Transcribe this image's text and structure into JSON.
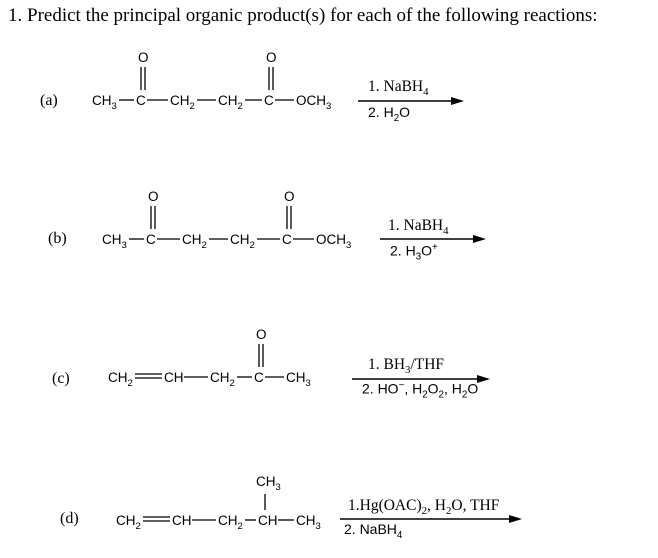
{
  "question": "1. Predict the principal organic product(s) for each of the following reactions:",
  "reactions": [
    {
      "label": "(a)",
      "structure": {
        "groups": [
          "CH3",
          "C",
          "CH2",
          "CH2",
          "C",
          "OCH3"
        ],
        "substituents": [
          "O",
          "O"
        ]
      },
      "conditions": [
        "1. NaBH4",
        "2. H2O"
      ]
    },
    {
      "label": "(b)",
      "structure": {
        "groups": [
          "CH3",
          "C",
          "CH2",
          "CH2",
          "C",
          "OCH3"
        ],
        "substituents": [
          "O",
          "O"
        ]
      },
      "conditions": [
        "1. NaBH4",
        "2. H3O+"
      ]
    },
    {
      "label": "(c)",
      "structure": {
        "groups": [
          "CH2",
          "CH",
          "CH2",
          "C",
          "CH3"
        ],
        "substituents": [
          "O"
        ]
      },
      "conditions": [
        "1. BH3/THF",
        "2. HO−, H2O2, H2O"
      ]
    },
    {
      "label": "(d)",
      "structure": {
        "groups": [
          "CH2",
          "CH",
          "CH2",
          "CH",
          "CH3"
        ],
        "substituents": [
          "CH3"
        ]
      },
      "conditions": [
        "1.Hg(OAC)2, H2O, THF",
        "2. NaBH4"
      ]
    }
  ]
}
